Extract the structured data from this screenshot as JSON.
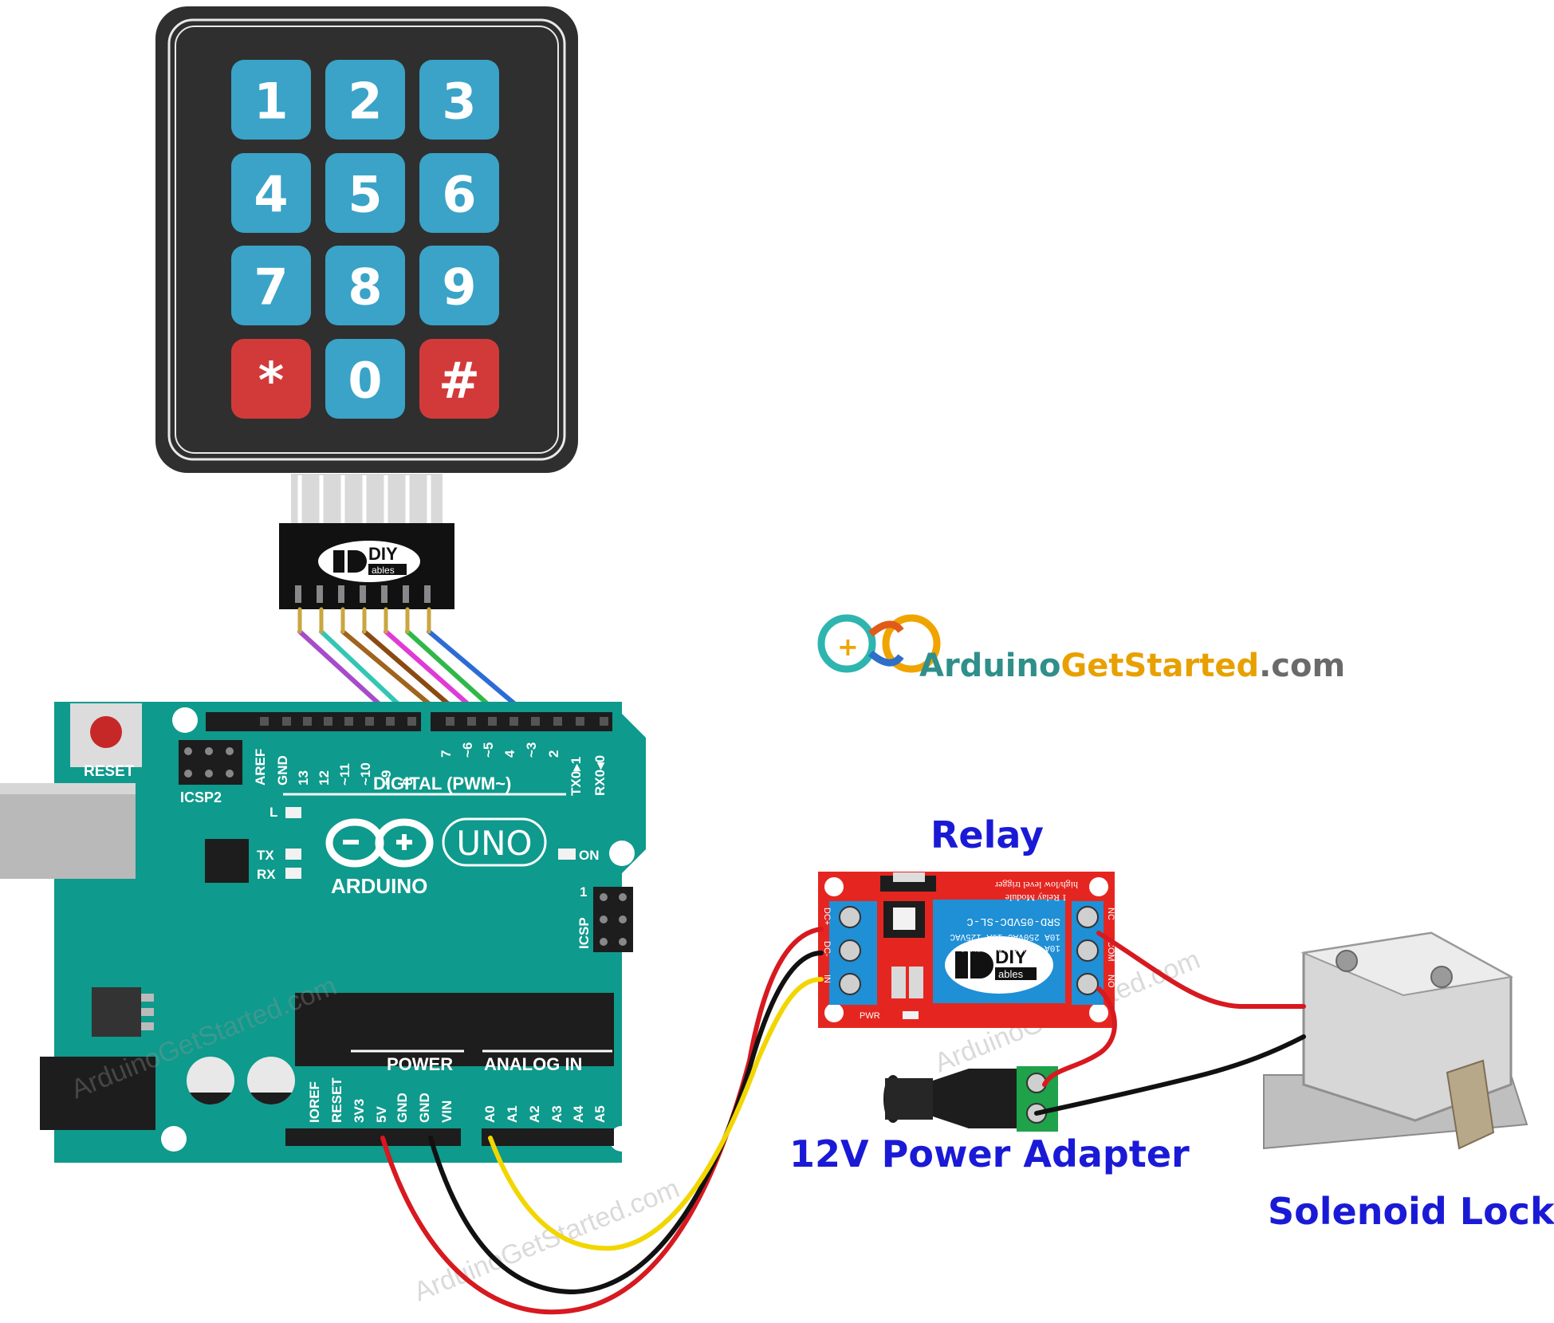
{
  "keypad": {
    "keys": [
      "1",
      "2",
      "3",
      "4",
      "5",
      "6",
      "7",
      "8",
      "9",
      "*",
      "0",
      "#"
    ],
    "special_keys": [
      "*",
      "#"
    ],
    "brand_top": "DIY",
    "brand_bottom": "ables"
  },
  "arduino": {
    "reset": "RESET",
    "icsp2": "ICSP2",
    "icsp": "ICSP",
    "icsp_pin1": "1",
    "digital_header": "DIGITAL (PWM~)",
    "pins_left": [
      "AREF",
      "GND",
      "13",
      "12",
      "~11",
      "~10",
      "~9",
      "8"
    ],
    "pins_right": [
      "7",
      "~6",
      "~5",
      "4",
      "~3",
      "2",
      "TX0▸1",
      "RX0◂0"
    ],
    "led_l": "L",
    "led_tx": "TX",
    "led_rx": "RX",
    "led_on": "ON",
    "model": "UNO",
    "brand": "ARDUINO",
    "power_header": "POWER",
    "analog_header": "ANALOG IN",
    "power_pins": [
      "IOREF",
      "RESET",
      "3V3",
      "5V",
      "GND",
      "GND",
      "VIN"
    ],
    "analog_pins": [
      "A0",
      "A1",
      "A2",
      "A3",
      "A4",
      "A5"
    ]
  },
  "site": {
    "name_part1": "Arduino",
    "name_part2": "GetStarted",
    "name_part3": ".com"
  },
  "watermark": "ArduinoGetStarted.com",
  "relay": {
    "label": "Relay",
    "text_trigger": "high/low level trigger",
    "text_module": "1 Relay Module",
    "text_part": "SRD-05VDC-SL-C",
    "text_ratings": [
      "10A 250VAC 10A 125VAC",
      "10A 30VDC 10A 28VDC"
    ],
    "pin_labels": [
      "DC+",
      "DC-",
      "IN"
    ],
    "out_labels": [
      "NC",
      "COM",
      "NO"
    ],
    "pwr": "PWR",
    "brand_top": "DIY",
    "brand_bottom": "ables"
  },
  "power_adapter": {
    "label": "12V Power Adapter"
  },
  "solenoid": {
    "label": "Solenoid Lock"
  },
  "colors": {
    "keypad_body": "#2f2f2f",
    "key_blue": "#3aa3c7",
    "key_red": "#d23a3a",
    "board": "#0e9a8c",
    "relay_board": "#e52620",
    "relay_block": "#1f8fd6",
    "label_blue": "#1a1ad6",
    "wire_red": "#d71920",
    "wire_black": "#111111",
    "wire_yellow": "#f2d600"
  }
}
